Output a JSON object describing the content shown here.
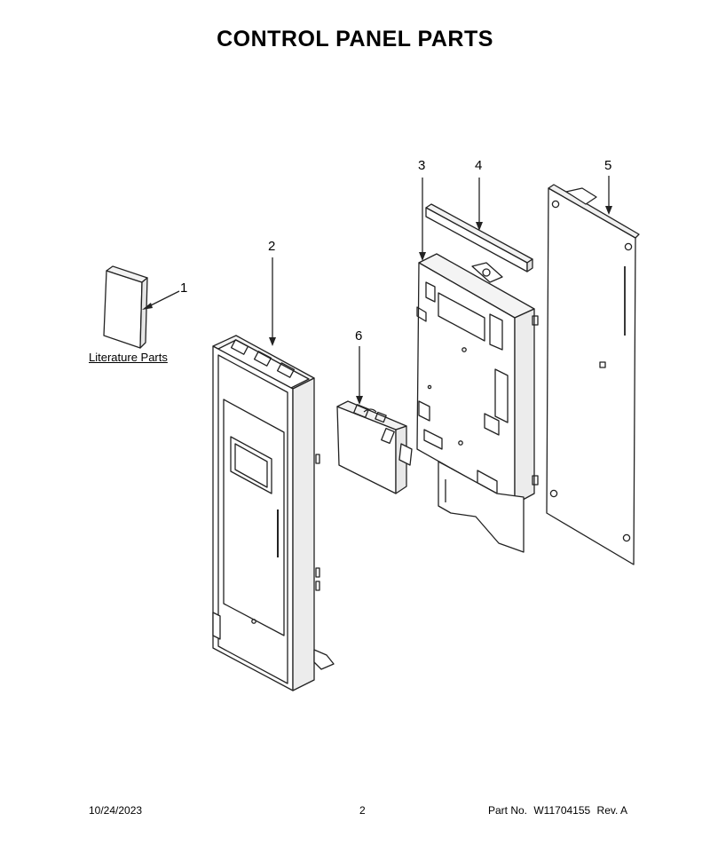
{
  "title": "CONTROL PANEL PARTS",
  "callouts": {
    "c1": "1",
    "c2": "2",
    "c3": "3",
    "c4": "4",
    "c5": "5",
    "c6": "6"
  },
  "literature_label": "Literature Parts",
  "footer": {
    "date": "10/24/2023",
    "page": "2",
    "part_label": "Part No.",
    "part_number": "W11704155",
    "rev": "Rev.  A"
  }
}
